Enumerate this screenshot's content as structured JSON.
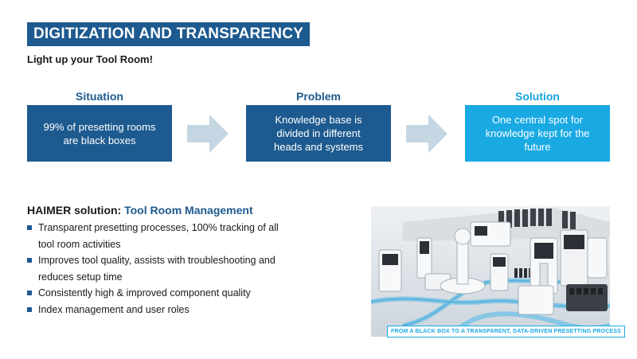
{
  "header": {
    "title": "DIGITIZATION AND TRANSPARENCY",
    "subtitle": "Light up your Tool Room!"
  },
  "flow": [
    {
      "heading": "Situation",
      "text_lines": [
        "99% of presetting rooms",
        "are black boxes"
      ]
    },
    {
      "heading": "Problem",
      "text_lines": [
        "Knowledge base is",
        "divided in different",
        "heads and systems"
      ]
    },
    {
      "heading": "Solution",
      "text_lines": [
        "One central spot for",
        "knowledge kept for the future"
      ]
    }
  ],
  "solution": {
    "label": "HAIMER solution: ",
    "highlight": "Tool Room Management",
    "bullets": [
      [
        "Transparent presetting processes, 100% tracking of all",
        "tool room activities"
      ],
      [
        "Improves tool quality, assists with troubleshooting and",
        "reduces setup time"
      ],
      [
        "Consistently high & improved component quality"
      ],
      [
        "Index management and user roles"
      ]
    ]
  },
  "image": {
    "caption": "FROM A BLACK BOX TO A TRANSPARENT, DATA-DRIVEN PRESETTING PROCESS"
  },
  "colors": {
    "brand_dark": "#1d5a8f",
    "brand_light": "#19a9e3",
    "arrow": "#c5d6e3"
  }
}
